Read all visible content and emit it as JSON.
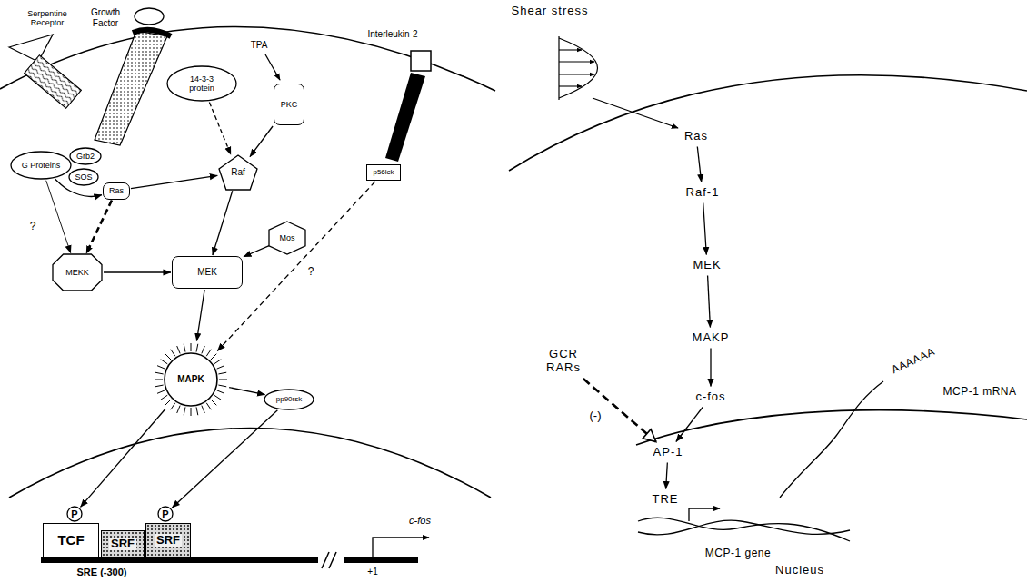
{
  "diagram": {
    "nodes": [
      {
        "text": [
          "Grb2"
        ]
      },
      {
        "text": [
          "SOS"
        ]
      },
      {
        "text": [
          "Ras"
        ]
      },
      {
        "text": [
          "14-3-3 protein"
        ]
      },
      {
        "text": [
          "PKC"
        ]
      },
      {
        "text": [
          "G Proteins"
        ]
      },
      {
        "text": [
          "Raf"
        ]
      },
      {
        "text": [
          "p56lck"
        ]
      },
      {
        "text": [
          "Mos"
        ]
      },
      {
        "text": [
          "MEKK"
        ]
      },
      {
        "text": [
          "MEK"
        ]
      },
      {
        "text": [
          "MAPK"
        ]
      },
      {
        "text": [
          "pp90rsk"
        ]
      },
      {
        "text": [
          "P"
        ]
      },
      {
        "text": [
          "P"
        ]
      },
      {
        "text": [
          "TCF"
        ]
      },
      {
        "text": [
          "SRF"
        ]
      },
      {
        "text": [
          "SRF"
        ]
      },
      {
        "text": [
          "Ras"
        ]
      },
      {
        "text": [
          "Raf-1"
        ]
      },
      {
        "text": [
          "MEK"
        ]
      },
      {
        "text": [
          "MAKP"
        ]
      },
      {
        "text": [
          "GCR",
          "RARs"
        ]
      },
      {
        "text": [
          "c-fos"
        ]
      },
      {
        "text": [
          "AP-1"
        ]
      },
      {
        "text": [
          "TRE"
        ]
      }
    ],
    "edges": [
      {
        "from": 5,
        "to": 2,
        "arrow": "to"
      },
      {
        "from": 5,
        "to": 9,
        "arrow": "to",
        "label": "?"
      },
      {
        "from": 2,
        "to": 9,
        "arrow": "to"
      },
      {
        "from": 2,
        "to": 6,
        "arrow": "to"
      },
      {
        "from": 3,
        "to": 6,
        "arrow": "to"
      },
      {
        "from": 4,
        "to": 6,
        "arrow": "to"
      },
      {
        "from": 6,
        "to": 10,
        "arrow": "to"
      },
      {
        "from": 8,
        "to": 10,
        "arrow": "to"
      },
      {
        "from": 9,
        "to": 10,
        "arrow": "to"
      },
      {
        "from": 10,
        "to": 11,
        "arrow": "to"
      },
      {
        "from": 7,
        "to": 11,
        "arrow": "to",
        "label": "?"
      },
      {
        "from": 11,
        "to": 13,
        "arrow": "to"
      },
      {
        "from": 11,
        "to": 12,
        "arrow": "to"
      },
      {
        "from": 12,
        "to": 14,
        "arrow": "to"
      },
      {
        "from": 18,
        "to": 19,
        "arrow": "to"
      },
      {
        "from": 19,
        "to": 20,
        "arrow": "to"
      },
      {
        "from": 20,
        "to": 21,
        "arrow": "to"
      },
      {
        "from": 21,
        "to": 23,
        "arrow": "to"
      },
      {
        "from": 23,
        "to": 24,
        "arrow": "to"
      },
      {
        "from": 22,
        "to": 24,
        "arrow": "to",
        "label": "(-)"
      },
      {
        "from": 24,
        "to": 25,
        "arrow": "to"
      }
    ],
    "labels": [
      "Serpentine Receptor",
      "Growth Factor",
      "TPA",
      "Interleukin-2",
      "c-fos",
      "SRE (-300)",
      "+1",
      "Shear stress",
      "AAAAAA",
      "MCP-1 mRNA",
      "MCP-1 gene",
      "Nucleus"
    ]
  }
}
